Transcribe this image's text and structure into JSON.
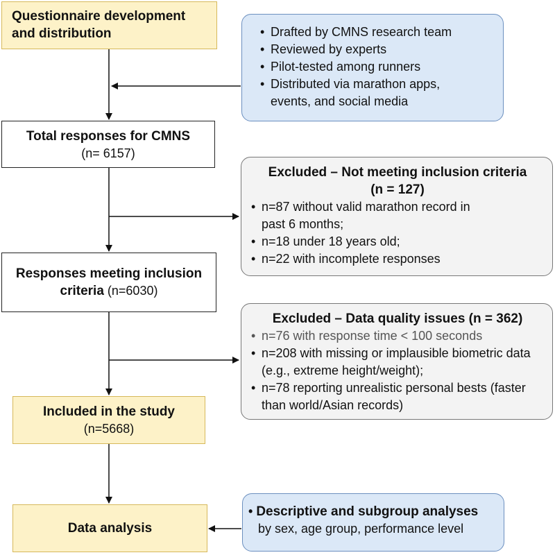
{
  "nodes": {
    "questionnaire": {
      "line1": "Questionnaire development",
      "line2": "and distribution"
    },
    "total": {
      "title": "Total responses for CMNS",
      "count": "(n= 6157)"
    },
    "meeting": {
      "line1": "Responses meeting inclusion",
      "line2_bold": "criteria",
      "line2_rest": " (n=6030)"
    },
    "included": {
      "title": "Included in the study",
      "count": "(n=5668)"
    },
    "analysis": {
      "title": "Data analysis"
    }
  },
  "side_boxes": {
    "development_notes": {
      "items": [
        "Drafted by CMNS research team",
        "Reviewed by experts",
        "Pilot-tested among runners",
        "Distributed via marathon apps, events, and social media"
      ]
    },
    "exclusion_criteria": {
      "header": "Excluded – Not meeting inclusion criteria",
      "subheader": "(n = 127)",
      "items": [
        "n=87 without valid marathon  record in past 6 months;",
        "n=18 under 18 years old;",
        "n=22 with incomplete responses"
      ]
    },
    "exclusion_quality": {
      "header": "Excluded – Data quality issues (n = 362)",
      "items": [
        "n=76 with response time < 100 seconds",
        "n=208 with missing or implausible biometric data (e.g., extreme height/weight);",
        "n=78 reporting unrealistic personal bests (faster than world/Asian records)"
      ]
    },
    "analysis_notes": {
      "bold": "Descriptive and subgroup analyses",
      "rest": "by sex, age group,  performance level"
    }
  }
}
